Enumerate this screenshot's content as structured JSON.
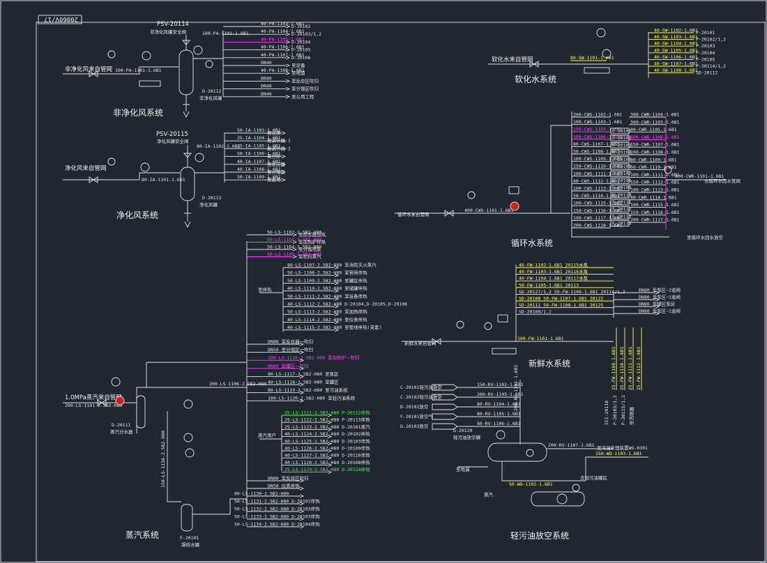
{
  "stamp": "20060V/17",
  "colors": {
    "background": "#212730",
    "line": "#e6e6e6",
    "yellow": "#ffff55",
    "magenta": "#ff44ff",
    "green": "#44ff44",
    "red": "#ff3333"
  },
  "systems": {
    "non_purified_air": {
      "title": "非净化风系统",
      "safety_valve": "PSV-20114",
      "safety_valve_desc": "非净化风罐安全阀",
      "source": "非净化风来自管网",
      "main_line": "100-PA-1101-1.6B1",
      "header_line": "100-PA-1102-1.6B1",
      "tank_id": "D-20112",
      "tank_name": "非净化风罐",
      "branches": [
        {
          "line": "40-PA-1103-1.6B1",
          "dest": "D-20102"
        },
        {
          "line": "40-PA-1104-1.6B1",
          "dest": "D-20103/1,2"
        },
        {
          "line": "40-PA-1105-1.6B1",
          "dest": "D-20104",
          "color": "magenta"
        },
        {
          "line": "40-PA-1106-1.6B1",
          "dest": "D-20105"
        },
        {
          "line": "40-PA-1107-1.6B1",
          "dest": "D-20106"
        },
        {
          "line": "DN40",
          "dest": "至设备"
        },
        {
          "line": "40-PA-1108-1.6B1",
          "dest": "至地面"
        },
        {
          "line": "DN40",
          "dest": "至反应区吹扫"
        },
        {
          "line": "DN40",
          "dest": "至分馏区吹扫"
        },
        {
          "line": "DN40",
          "dest": "至公用工程"
        }
      ]
    },
    "purified_air": {
      "title": "净化风系统",
      "safety_valve": "PSV-20115",
      "safety_valve_desc": "净化风罐安全阀",
      "source": "净化风来自管网",
      "main_line": "80-IA-1101-1.6B1",
      "header_line": "80-IA-1102-1.6B1",
      "tank_id": "D-20113",
      "tank_name": "净化风罐",
      "branches": [
        {
          "line": "50-IA-1103-1.6B1",
          "dest": "至仪表"
        },
        {
          "line": "25-IA-1104-1.6B1",
          "dest": "至调节阀-1"
        },
        {
          "line": "25-IA-1105-1.6B1",
          "dest": "至调节阀-2"
        },
        {
          "line": "50-IA-1106-1.6B1",
          "dest": "至分析"
        },
        {
          "line": "40-IA-1107-1.6B1",
          "dest": "至反应器"
        },
        {
          "line": "40-IA-1108-1.6B1",
          "dest": "至分馏区"
        },
        {
          "line": "50-IA-1109-1.6B1",
          "dest": "至备用"
        }
      ]
    },
    "softened_water": {
      "title": "软化水系统",
      "source": "软化水来自管网",
      "main_line": "80-SW-1101-1.6B1",
      "branches": [
        {
          "line": "40-SW-1102-1.6B1",
          "dest": "P-20101"
        },
        {
          "line": "40-SW-1103-1.6B1",
          "dest": "P-20102/1,2"
        },
        {
          "line": "40-SW-1104-1.6B1",
          "dest": "P-20103"
        },
        {
          "line": "40-SW-1105-1.6B1",
          "dest": "P-20104"
        },
        {
          "line": "40-SW-1106-1.6B1",
          "dest": "P-20105"
        },
        {
          "line": "40-SW-1107-1.6B1",
          "dest": "P-20114/1,2"
        },
        {
          "line": "40-SW-1108-1.6B1",
          "dest": "SD-20112"
        }
      ]
    },
    "circulating_water": {
      "title": "循环水系统",
      "source": "循环水来自管网",
      "main_line": "400-CWS-1101-1.6B1",
      "return_line": "400-CWR-1101-1.6B1",
      "return_dest": "去循环水回水管网",
      "bottom_line": "至循环水回水放空",
      "supply": [
        "200-CWS-1102-1.6B1",
        "100-CWS-1103-1.6B1",
        "150-CWS-1105-1.6B1",
        "100-CWS-1106-1.6B1",
        "80-CWS-1107-1.6B1",
        "50-CWS-1108-1.6B1",
        "100-CWS-1109-1.6B1",
        "150-CWS-1110-1.6B1",
        "100-CWS-1111-1.6B1",
        "80-CWS-1112-1.6B1",
        "100-CWS-1113-1.6B1",
        "50-CWS-1114-1.6B1",
        "100-CWS-1115-1.6B1",
        "150-CWS-1116-1.6B1",
        "100-CWS-1117-1.6B1",
        "200-CWS-1118-1.6B1"
      ],
      "returns": [
        "300-CWR-1104-1.6B1",
        "300-CWR-1103-1.6B1",
        "80-CWR-1105-1.6B1",
        "100-CWR-1106-1.6B1",
        "150-CWR-1107-1.6B1",
        "100-CWR-1108-1.6B1",
        "80-CWR-1109-1.6B1",
        "50-CWR-1110-1.6B1",
        "100-CWR-1111-1.6B1",
        "150-CWR-1112-1.6B1",
        "100-CWR-1113-1.6B1",
        "80-CWR-1114-1.6B1",
        "100-CWR-1115-1.6B1",
        "150-CWR-1116-1.6B1",
        "200-CWR-1117-1.6B1"
      ],
      "equipment": [
        "E-20101",
        "E-20102",
        "E-20103",
        "E-20104",
        "E-20105",
        "E-20106",
        "E-20107",
        "E-20108",
        "E-20109",
        "E-20110",
        "E-20111",
        "E-20112",
        "E-20113",
        "E-20114"
      ]
    },
    "steam": {
      "title": "蒸汽系统",
      "source": "1.0MPa蒸汽来自管网",
      "main_line": "200-LS-1101-2.5B2-H80",
      "header_line": "200-LS-1106-2.5B2-H80",
      "separator": "D-20111",
      "separator_name": "蒸汽分水器",
      "condensate_tank": "F-20101",
      "condensate_tank_name": "凝结水罐",
      "top_branches": [
        {
          "line": "50-LS-1102-2.5B2-H80",
          "dest": "至反应器加热",
          "color": "white"
        },
        {
          "line": "50-LS-1103-2.5B2-H80",
          "dest": "至加热炉伴热",
          "color": "magenta"
        },
        {
          "line": "50-LS-1104-2.5B2-H80",
          "dest": "至分馏塔底",
          "color": "white"
        },
        {
          "line": "50-LS-1105-2.5B2-H80",
          "dest": "至吹扫蒸汽",
          "color": "magenta"
        }
      ],
      "tracing": [
        "80-LS-1107-2.5B2-H80 至消防灭火蒸汽",
        "50-LS-1108-2.5B2-H80 至管网伴热",
        "50-LS-1109-2.5B2-H80 至罐区伴热",
        "40-LS-1110-2.5B2-H80 至储罐伴热",
        "50-LS-1111-2.5B2-H80 至设备伴热",
        "40-LS-1112-2.5B2-H80 D-20104,D-20105,D-20106",
        "50-LS-1113-2.5B2-H80 至加热伴热",
        "40-LS-1114-2.5B2-H80 至仪表伴热",
        "40-LS-1115-2.5B2-H80 至管线伴热(夹套)"
      ],
      "tracing_header": "至伴热",
      "middle": [
        {
          "text": "DN80 至反应器一吹扫",
          "color": "white"
        },
        {
          "text": "DN50 至分馏区一吹扫",
          "color": "white"
        },
        {
          "text": "100-LS-1116-2.5B2-H80 至加热炉一吹扫",
          "color": "magenta"
        },
        {
          "text": "DN80 至罐区一吹扫",
          "color": "magenta"
        },
        {
          "text": "80-LS-1117-2.5B2-H80 至泵区",
          "color": "white"
        },
        {
          "text": "40-LS-1118-2.5B2-H80 至罐区",
          "color": "white"
        },
        {
          "text": "80-LS-1119-2.5B2-H80 至污油系统",
          "color": "white"
        },
        {
          "text": "100-LS-1120-2.5B2-H80 至轻污油系统",
          "color": "white"
        }
      ],
      "consumers_header": "蒸汽用户",
      "consumers": [
        {
          "text": "25-LS-1121-2.5B2-H80 P-20112伴热",
          "color": "green"
        },
        {
          "text": "25-LS-1122-2.5B2-H80 P-20113伴热",
          "color": "white"
        },
        {
          "text": "25-LS-1123-2.5B2-H80 D-20101蒸汽",
          "color": "white"
        },
        {
          "text": "40-LS-1124-2.5B2-H80 D-20102伴热",
          "color": "white"
        },
        {
          "text": "40-LS-1125-2.5B2-H80 D-20103伴热",
          "color": "white"
        },
        {
          "text": "40-LS-1126-2.5B2-H80 D-20109伴热",
          "color": "white"
        },
        {
          "text": "40-LS-1127-2.5B2-H80 D-20110伴热",
          "color": "white"
        },
        {
          "text": "40-LS-1128-2.5B2-H80 D-20108伴热",
          "color": "white"
        },
        {
          "text": "25-LS-1129-2.5B2-H80 D-20114伴热",
          "color": "green"
        }
      ],
      "bottom": [
        "DN80 至反应区吹扫",
        "DN50 仪表伴热",
        "80-LS-1130-2.5B2-H80",
        "50-LS-1131-2.5B2-H80 D-20102伴热",
        "50-LS-1132-2.5B2-H80 D-20103伴热",
        "50-LS-1133-2.5B2-H80 D-20103伴热",
        "50-LS-1134-2.5B2-H80 D-20104伴热"
      ],
      "vertical_line": "150-LS-1136-2.5B2-H80"
    },
    "fresh_water": {
      "title": "新鲜水系统",
      "source": "新鲜水来自管网",
      "main_line": "100-FW-1101-1.6B1",
      "branches": [
        {
          "text": "40-FW-1102-1.6B1 20115水泵",
          "color": "yellow"
        },
        {
          "text": "40-FW-1103-1.6B1 20116水泵",
          "color": "yellow"
        },
        {
          "text": "40-FW-1104-1.6B1 20117水泵",
          "color": "yellow"
        },
        {
          "text": "50-FW-1105-1.6B1 20113",
          "color": "yellow"
        },
        {
          "text": "SD-20127/1,2 50-FW-1106-1.6B1 20114/1,2",
          "color": "white"
        },
        {
          "text": "SD-20108 50-FW-1107-1.6B1 20122",
          "color": "yellow"
        },
        {
          "text": "SD-20111 50-FW-1108-1.6B1 20125",
          "color": "yellow"
        },
        {
          "text": "SD-20109/1,2",
          "color": "white"
        }
      ],
      "right": [
        "DN80 至泵区—2道阀",
        "DN80 至泵区—1道阀",
        "DN80 至罐区泵房",
        "DN80 至泵区—1道阀"
      ],
      "vertical": [
        "25-FW-1109-1.6B1",
        "25-FW-1110-1.6B1",
        "25-FW-1111-1.6B1",
        "25-FW-1112-1.6B1"
      ],
      "vertical_dest": [
        "IEI-20118",
        "P-20103/1,2",
        "P-20115/1,2",
        "至洗眼器"
      ]
    },
    "light_oil_blowdown": {
      "title": "轻污油放空系统",
      "sources": [
        "C-20101轻污油放空",
        "C-20102轻污油放空",
        "D-20102放空",
        "F-20101放空气",
        "D-20103放空"
      ],
      "source_lines": [
        "150-RV-1102-1.6B1",
        "200-RV-1103-1.6B1",
        "80-RV-1104-1.6B1",
        "80-RV-1105-1.6B1",
        "80-RV-1106-1.6B1"
      ],
      "header": "200-RV-1101-1.6B1",
      "to_flare": "200-RV-1107-1.6B1",
      "tank_id": "D-20120",
      "tank_name": "轻污油放空罐",
      "pump_line": "50-WO-1102-1.6B1",
      "pump_dest": "去轻污油罐区",
      "outlet": "150-WO-1103-1.6B1",
      "outlet_dest": "至污油处理装置WO-0301",
      "steam_in": "蒸汽",
      "to_sewer": "至地漏"
    }
  }
}
